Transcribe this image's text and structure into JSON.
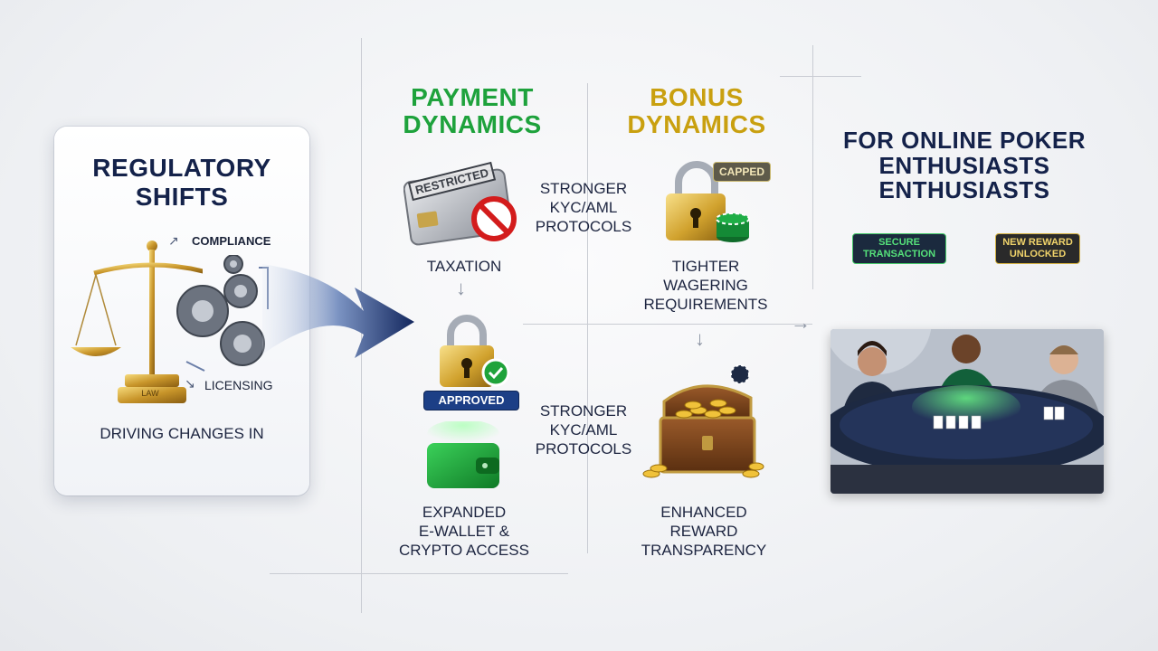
{
  "regulatory": {
    "title_line1": "REGULATORY",
    "title_line2": "SHIFTS",
    "compliance_label": "COMPLIANCE",
    "licensing_label": "LICENSING",
    "law_label": "LAW",
    "driving_label": "DRIVING CHANGES IN"
  },
  "payment": {
    "title_line1": "PAYMENT",
    "title_line2": "DYNAMICS",
    "restricted_label": "RESTRICTED",
    "taxation_label": "TAXATION",
    "approved_label": "APPROVED",
    "kyc_top_lines": [
      "STRONGER",
      "KYC/AML",
      "PROTOCOLS"
    ],
    "kyc_bottom_lines": [
      "STRONGER",
      "KYC/AML",
      "PROTOCOLS"
    ],
    "expanded_lines": [
      "EXPANDED",
      "E-WALLET &",
      "CRYPTO ACCESS"
    ]
  },
  "bonus": {
    "title_line1": "BONUS",
    "title_line2": "DYNAMICS",
    "capped_label": "CAPPED",
    "wagering_lines": [
      "TIGHTER",
      "WAGERING",
      "REQUIREMENTS"
    ],
    "reward_lines": [
      "ENHANCED",
      "REWARD",
      "TRANSPARENCY"
    ]
  },
  "poker": {
    "title_lines": [
      "FOR ONLINE POKER",
      "ENTHUSIASTS",
      "ENTHUSIASTS"
    ],
    "secure_lines": [
      "SECURE",
      "TRANSACTION"
    ],
    "reward_unlocked_lines": [
      "NEW REWARD",
      "UNLOCKED"
    ]
  },
  "colors": {
    "navy": "#14224a",
    "payment_green": "#1ea23c",
    "bonus_gold": "#c9a010",
    "approved_blue": "#1c3f86"
  }
}
